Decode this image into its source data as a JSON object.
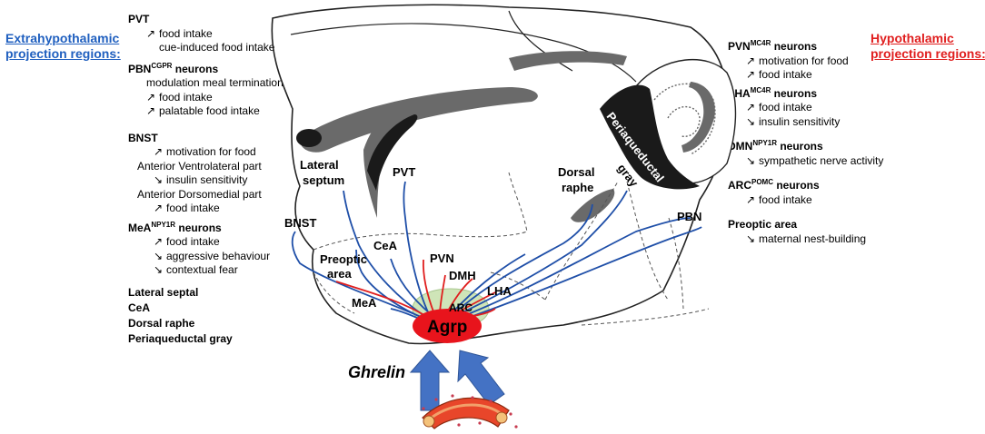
{
  "headers": {
    "extra_line1": "Extrahypothalamic",
    "extra_line2": "projection regions:",
    "hypo_line1": "Hypothalamic",
    "hypo_line2": "projection regions:"
  },
  "left": {
    "pvt": {
      "title": "PVT",
      "items": [
        [
          "↗",
          "food intake"
        ],
        [
          "",
          "cue-induced food intake"
        ]
      ]
    },
    "pbn": {
      "title": "PBN",
      "sup": "CGPR",
      "suffix": " neurons",
      "items": [
        [
          "",
          "modulation meal termination"
        ],
        [
          "↗",
          "food intake"
        ],
        [
          "↗",
          "palatable food intake"
        ]
      ]
    },
    "bnst": {
      "title": "BNST",
      "l1": [
        "↗",
        "motivation for food"
      ],
      "l2": "Anterior Ventrolateral part",
      "l3": [
        "↘",
        "insulin sensitivity"
      ],
      "l4": "Anterior Dorsomedial part",
      "l5": [
        "↗",
        "food intake"
      ]
    },
    "mea": {
      "title": "MeA",
      "sup": "NPY1R",
      "suffix": " neurons",
      "items": [
        [
          "↗",
          "food intake"
        ],
        [
          "↘",
          "aggressive behaviour"
        ],
        [
          "↘",
          "contextual fear"
        ]
      ]
    },
    "others": [
      "Lateral septal",
      "CeA",
      "Dorsal raphe",
      "Periaqueductal gray"
    ]
  },
  "right": {
    "pvn": {
      "title": "PVN",
      "sup": "MC4R",
      "suffix": " neurons",
      "items": [
        [
          "↗",
          "motivation for food"
        ],
        [
          "↗",
          "food intake"
        ]
      ]
    },
    "lha": {
      "title": "LHA",
      "sup": "MC4R",
      "suffix": " neurons",
      "items": [
        [
          "↗",
          "food intake"
        ],
        [
          "↘",
          "insulin sensitivity"
        ]
      ]
    },
    "dmn": {
      "title": "DMN",
      "sup": "NPY1R",
      "suffix": " neurons",
      "items": [
        [
          "↘",
          "sympathetic nerve activity"
        ]
      ]
    },
    "arc": {
      "title": "ARC",
      "sup": "POMC",
      "suffix": " neurons",
      "items": [
        [
          "↗",
          "food intake"
        ]
      ]
    },
    "poa": {
      "title": "Preoptic area",
      "items": [
        [
          "↘",
          "maternal nest-building"
        ]
      ]
    }
  },
  "brain_labels": {
    "lateral_septum_1": "Lateral",
    "lateral_septum_2": "septum",
    "pvt": "PVT",
    "bnst": "BNST",
    "cea": "CeA",
    "preoptic_1": "Preoptic",
    "preoptic_2": "area",
    "pvn": "PVN",
    "dmh": "DMH",
    "lha": "LHA",
    "mea": "MeA",
    "arc": "ARC",
    "agrp": "Agrp",
    "dorsal_raphe_1": "Dorsal",
    "dorsal_raphe_2": "raphe",
    "pag_1": "Periaqueductal",
    "pag_2": "gray",
    "pbn": "PBN"
  },
  "ghrelin": "Ghrelin",
  "colors": {
    "extra_header": "#1f5fbf",
    "hypo_header": "#e01e1e",
    "projection_blue": "#1f4fa8",
    "projection_red": "#e01e1e",
    "agrp_fill": "#e8141c",
    "arc_fill": "#cfe5b8",
    "arrow_fill": "#4472c4",
    "brain_gray": "#6a6a6a",
    "brain_dark": "#1a1a1a"
  }
}
